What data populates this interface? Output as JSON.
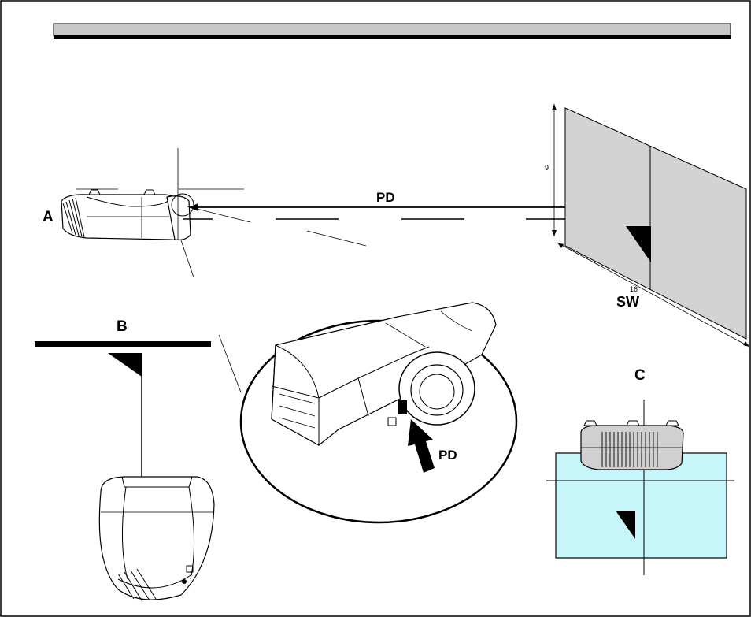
{
  "labels": {
    "view_a": "A",
    "view_b": "B",
    "view_c": "C",
    "projection_distance": "PD",
    "screen_width": "SW",
    "aspect_height": "9",
    "aspect_width": "16",
    "lens_pointer": "PD"
  },
  "colors": {
    "header_bar": "#c8c8c8",
    "screen_fill": "#d3d3d3",
    "screen_c_fill": "#c6f6fa",
    "projector_body": "#ffffff",
    "line": "#000000"
  }
}
